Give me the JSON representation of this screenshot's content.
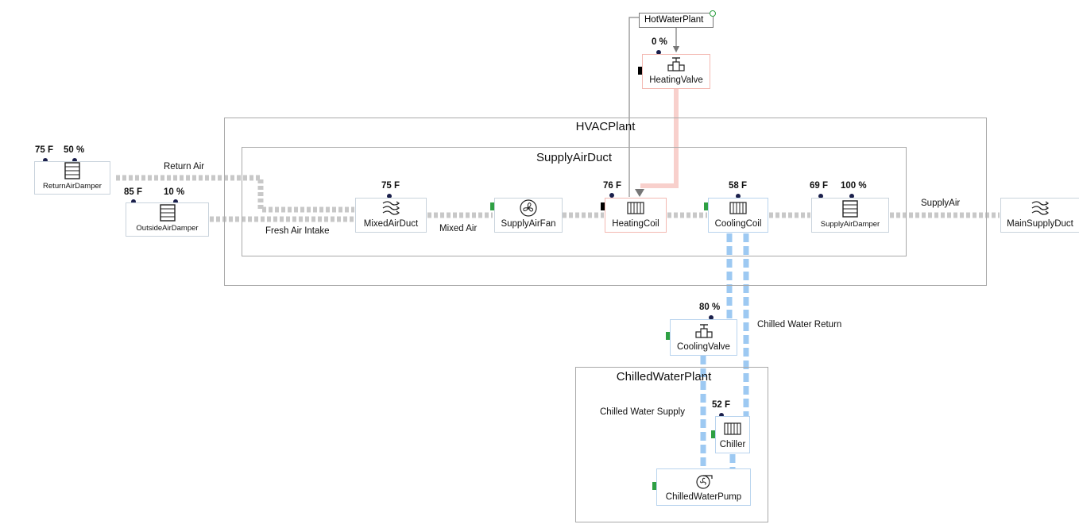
{
  "groups": {
    "hvac_plant": "HVACPlant",
    "supply_air_duct": "SupplyAirDuct",
    "chilled_water_plant": "ChilledWaterPlant"
  },
  "hot_water_plant": "HotWaterPlant",
  "components": {
    "return_air_damper": {
      "label": "ReturnAirDamper",
      "temp": "75 F",
      "pos": "50 %"
    },
    "outside_air_damper": {
      "label": "OutsideAirDamper",
      "temp": "85 F",
      "pos": "10 %"
    },
    "mixed_air_duct": {
      "label": "MixedAirDuct",
      "temp": "75 F"
    },
    "supply_air_fan": {
      "label": "SupplyAirFan"
    },
    "heating_coil": {
      "label": "HeatingCoil",
      "temp": "76 F"
    },
    "cooling_coil": {
      "label": "CoolingCoil",
      "temp": "58 F"
    },
    "supply_air_damper": {
      "label": "SupplyAirDamper",
      "temp": "69 F",
      "pos": "100 %"
    },
    "main_supply_duct": {
      "label": "MainSupplyDuct"
    },
    "heating_valve": {
      "label": "HeatingValve",
      "pos": "0 %"
    },
    "cooling_valve": {
      "label": "CoolingValve",
      "pos": "80 %"
    },
    "chiller": {
      "label": "Chiller",
      "temp": "52 F"
    },
    "chilled_water_pump": {
      "label": "ChilledWaterPump"
    }
  },
  "connections": {
    "return_air": "Return Air",
    "fresh_air_intake": "Fresh Air Intake",
    "mixed_air": "Mixed Air",
    "supply_air": "SupplyAir",
    "chilled_water_return": "Chilled Water Return",
    "chilled_water_supply": "Chilled Water Supply"
  },
  "colors": {
    "air_pipe": "#c8c8c8",
    "hot_water_pipe": "#f8d0cc",
    "chilled_water_pipe": "#9dc9f2",
    "status_on": "#2ea043",
    "status_off": "#000000"
  }
}
